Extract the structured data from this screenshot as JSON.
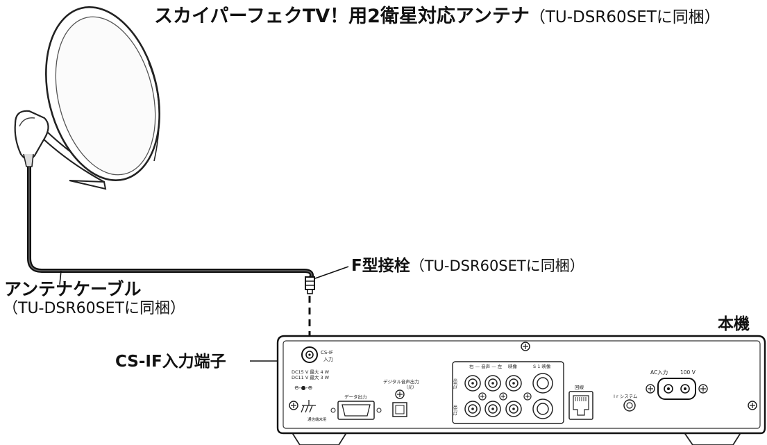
{
  "title": {
    "main": "スカイパーフェクTV！用2衛星対応アンテナ",
    "note": "（TU-DSR60SETに同梱）"
  },
  "connector": {
    "name": "F型接栓",
    "note": "（TU-DSR60SETに同梱）"
  },
  "cable": {
    "name": "アンテナケーブル",
    "note": "（TU-DSR60SETに同梱）"
  },
  "terminal": {
    "name": "CS-IF入力端子"
  },
  "unit": {
    "name": "本機"
  },
  "panel": {
    "csif": "CS-IF",
    "csif_in": "入力",
    "dc_line1": "DC15 V 最大 4 W",
    "dc_line2": "DC11 V 最大 3 W",
    "polarity": "⊖-●-⊕",
    "data_out": "データ出力",
    "digital_audio": "デジタル音声出力",
    "optical": "（光）",
    "audio_rl": "右 — 音声 — 左",
    "video": "映像",
    "s1_video": "S 1 映像",
    "out1": "出力1",
    "out2": "出力2",
    "line": "回線",
    "ir_system": "I r システム",
    "ac_in": "AC入力",
    "voltage": "100 V",
    "telecom": "通信端末用"
  }
}
